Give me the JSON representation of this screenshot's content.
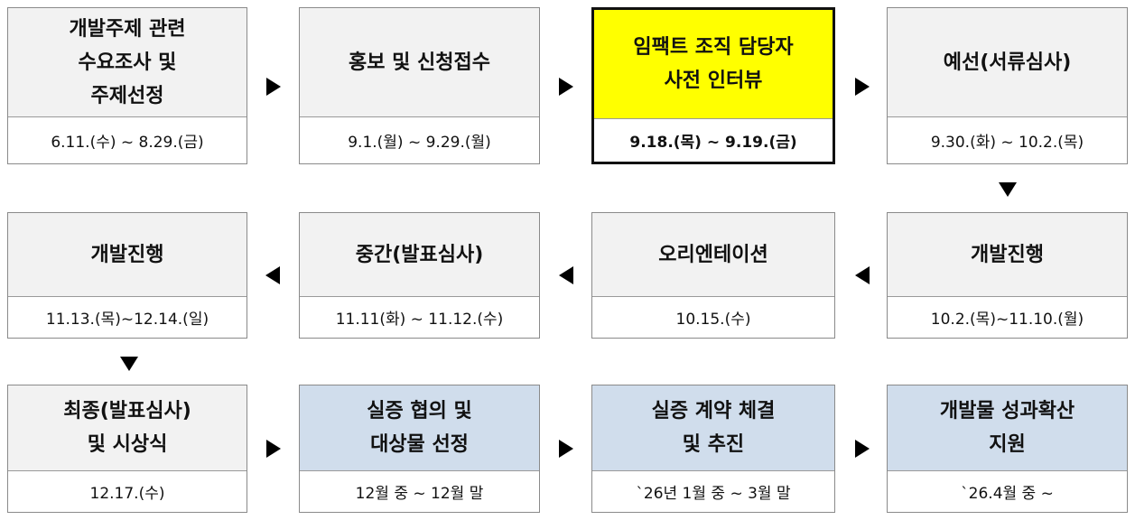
{
  "colors": {
    "gray": "#f2f2f2",
    "highlight": "#ffff00",
    "blue": "#d0ddec"
  },
  "steps": [
    {
      "title": "개발주제 관련\n수요조사 및\n주제선정",
      "date": "6.11.(수) ~ 8.29.(금)"
    },
    {
      "title": "홍보 및 신청접수",
      "date": "9.1.(월) ~ 9.29.(월)"
    },
    {
      "title": "임팩트 조직 담당자\n사전 인터뷰",
      "date": "9.18.(목) ~ 9.19.(금)"
    },
    {
      "title": "예선(서류심사)",
      "date": "9.30.(화) ~ 10.2.(목)"
    },
    {
      "title": "개발진행",
      "date": "10.2.(목)~11.10.(월)"
    },
    {
      "title": "오리엔테이션",
      "date": "10.15.(수)"
    },
    {
      "title": "중간(발표심사)",
      "date": "11.11(화) ~ 11.12.(수)"
    },
    {
      "title": "개발진행",
      "date": "11.13.(목)~12.14.(일)"
    },
    {
      "title": "최종(발표심사)\n및 시상식",
      "date": "12.17.(수)"
    },
    {
      "title": "실증 협의 및\n대상물 선정",
      "date": "12월 중 ~ 12월 말"
    },
    {
      "title": "실증 계약 체결\n및 추진",
      "date": "`26년 1월 중 ~ 3월 말"
    },
    {
      "title": "개발물 성과확산\n지원",
      "date": "`26.4월 중 ~"
    }
  ]
}
